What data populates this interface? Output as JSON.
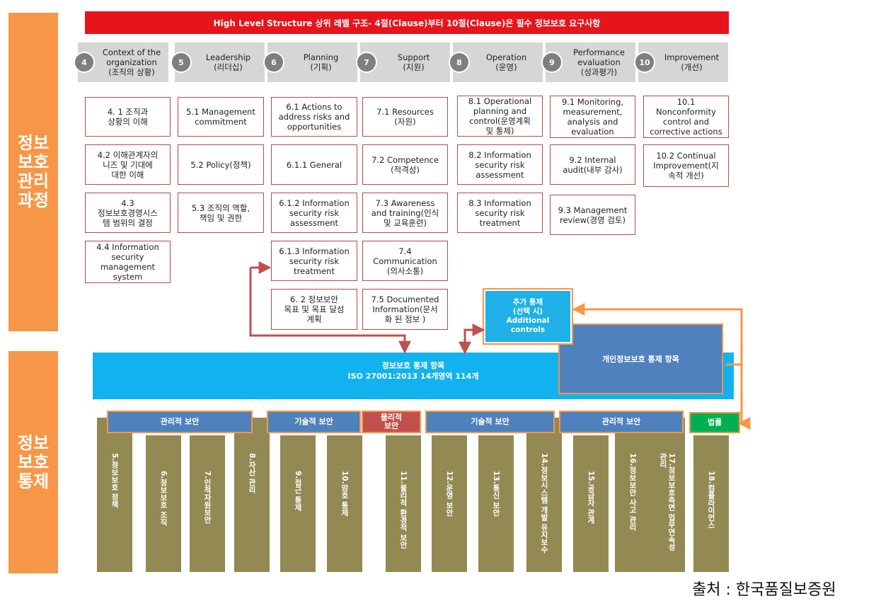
{
  "side_labels": {
    "process": "정보\n보호\n관리\n과정",
    "controls": "정보\n보호\n통제"
  },
  "high_level_structure": "High Level   Structure  상위 레벨 구조- 4절(Clause)부터 10절(Clause)은 필수 정보보호 요구사항",
  "clauses": [
    {
      "num": "4",
      "title": "Context of the\norganization\n(조직의 상황)"
    },
    {
      "num": "5",
      "title": "Leadership\n(리더십)"
    },
    {
      "num": "6",
      "title": "Planning\n(기획)"
    },
    {
      "num": "7",
      "title": "Support\n(지원)"
    },
    {
      "num": "8",
      "title": "Operation\n(운영)"
    },
    {
      "num": "9",
      "title": "Performance\nevaluation\n(성과평가)"
    },
    {
      "num": "10",
      "title": "Improvement\n(개선)"
    }
  ],
  "items": {
    "c4": [
      "4. 1 조직과\n상황의 이해",
      "4.2 이해관계자의\n니즈 및 기대에\n대한 이해",
      "4.3\n정보보호경영시스\n템 범위의 결정",
      "4.4 Information\nsecurity\nmanagement\nsystem"
    ],
    "c5": [
      "5.1 Management\ncommitment",
      "5.2 Policy(정책)",
      "5.3 조직의 역할,\n책임 및 권한"
    ],
    "c6": [
      "6.1 Actions to\naddress risks and\nopportunities",
      "6.1.1 General",
      "6.1.2 Information\nsecurity risk\nassessment",
      "6.1.3 Information\nsecurity risk\ntreatment",
      "6. 2 정보보안\n목표 및 목표 달성\n계획"
    ],
    "c7": [
      "7.1 Resources\n(자원)",
      "7.2 Competence\n(적격성)",
      "7.3 Awareness\nand training(인식\n및 교육훈련)",
      "7.4\nCommunication\n(의사소통)",
      "7.5 Documented\nInformation(문서\n화 된 정보 )"
    ],
    "c8": [
      "8.1 Operational\nplanning and\ncontrol(운영계획\n및 통제)",
      "8.2 Information\nsecurity risk\nassessment",
      "8.3 Information\nsecurity risk\ntreatment"
    ],
    "c9": [
      "9.1 Monitoring,\nmeasurement,\nanalysis and\nevaluation",
      "9.2 Internal\naudit(내부 감사)",
      "9.3 Management\nreview(경영 검토)"
    ],
    "c10": [
      "10.1\nNonconformity\ncontrol and\ncorrective actions",
      "10.2 Continual\nImprovement(지\n속적 개선)"
    ]
  },
  "additional_controls": "추가 통제\n(선택 시)\nAdditional\ncontrols",
  "isms_controls": "정보보호 통제 항목\nISO 27001:2013      14개영역 114개",
  "privacy_controls": "개인정보보호  통제 항목",
  "categories": [
    "관리적 보안",
    "기술적 보안",
    "물리적\n보안",
    "기술적 보안",
    "관리적 보안",
    "법률"
  ],
  "domains": [
    "5.정보보호 정책",
    "6.정보보호 조직",
    "7.인적자원보안",
    "8.자산 관리",
    "9.접근 통제",
    "10.암호 통제",
    "11.물리적 환경적 보안",
    "12.운영  보안",
    "13.통신 보안",
    "14.정보시스템 개발 유지보수",
    "15.공급자 관계",
    "16.정보보안 사고 관리",
    "17.정보보호측면 업무연속성\n관리",
    "18.컴플라이언스"
  ],
  "source": "출처 : 한국품질보증원",
  "colors": {
    "orange": "#f79646",
    "red": "#e8141b",
    "blue": "#4f81bd",
    "cyan": "#12b2ee",
    "olive": "#938953",
    "arrow": "#c0504d"
  }
}
